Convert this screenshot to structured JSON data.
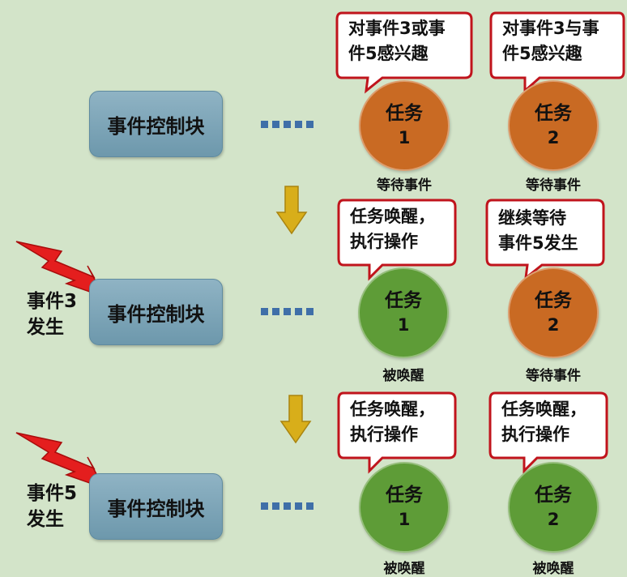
{
  "ecb_label": "事件控制块",
  "task_word": "任务",
  "task1_num": "1",
  "task2_num": "2",
  "row1": {
    "bubble1": [
      "对事件3或事",
      "件5感兴趣"
    ],
    "bubble2": [
      "对事件3与事",
      "件5感兴趣"
    ],
    "caption1": "等待事件",
    "caption2": "等待事件"
  },
  "row2": {
    "event": [
      "事件3",
      "发生"
    ],
    "bubble1": [
      "任务唤醒，",
      "执行操作"
    ],
    "bubble2": [
      "继续等待",
      "事件5发生"
    ],
    "caption1": "被唤醒",
    "caption2": "等待事件"
  },
  "row3": {
    "event": [
      "事件5",
      "发生"
    ],
    "bubble1": [
      "任务唤醒，",
      "执行操作"
    ],
    "bubble2": [
      "任务唤醒，",
      "执行操作"
    ],
    "caption1": "被唤醒",
    "caption2": "被唤醒"
  },
  "colors": {
    "background": "#d3e4c9",
    "waiting_task": "#c96a23",
    "woken_task": "#5e9c37",
    "bubble_border": "#c0141c",
    "arrow": "#d8ae1a",
    "lightning": "#e41e1e"
  }
}
